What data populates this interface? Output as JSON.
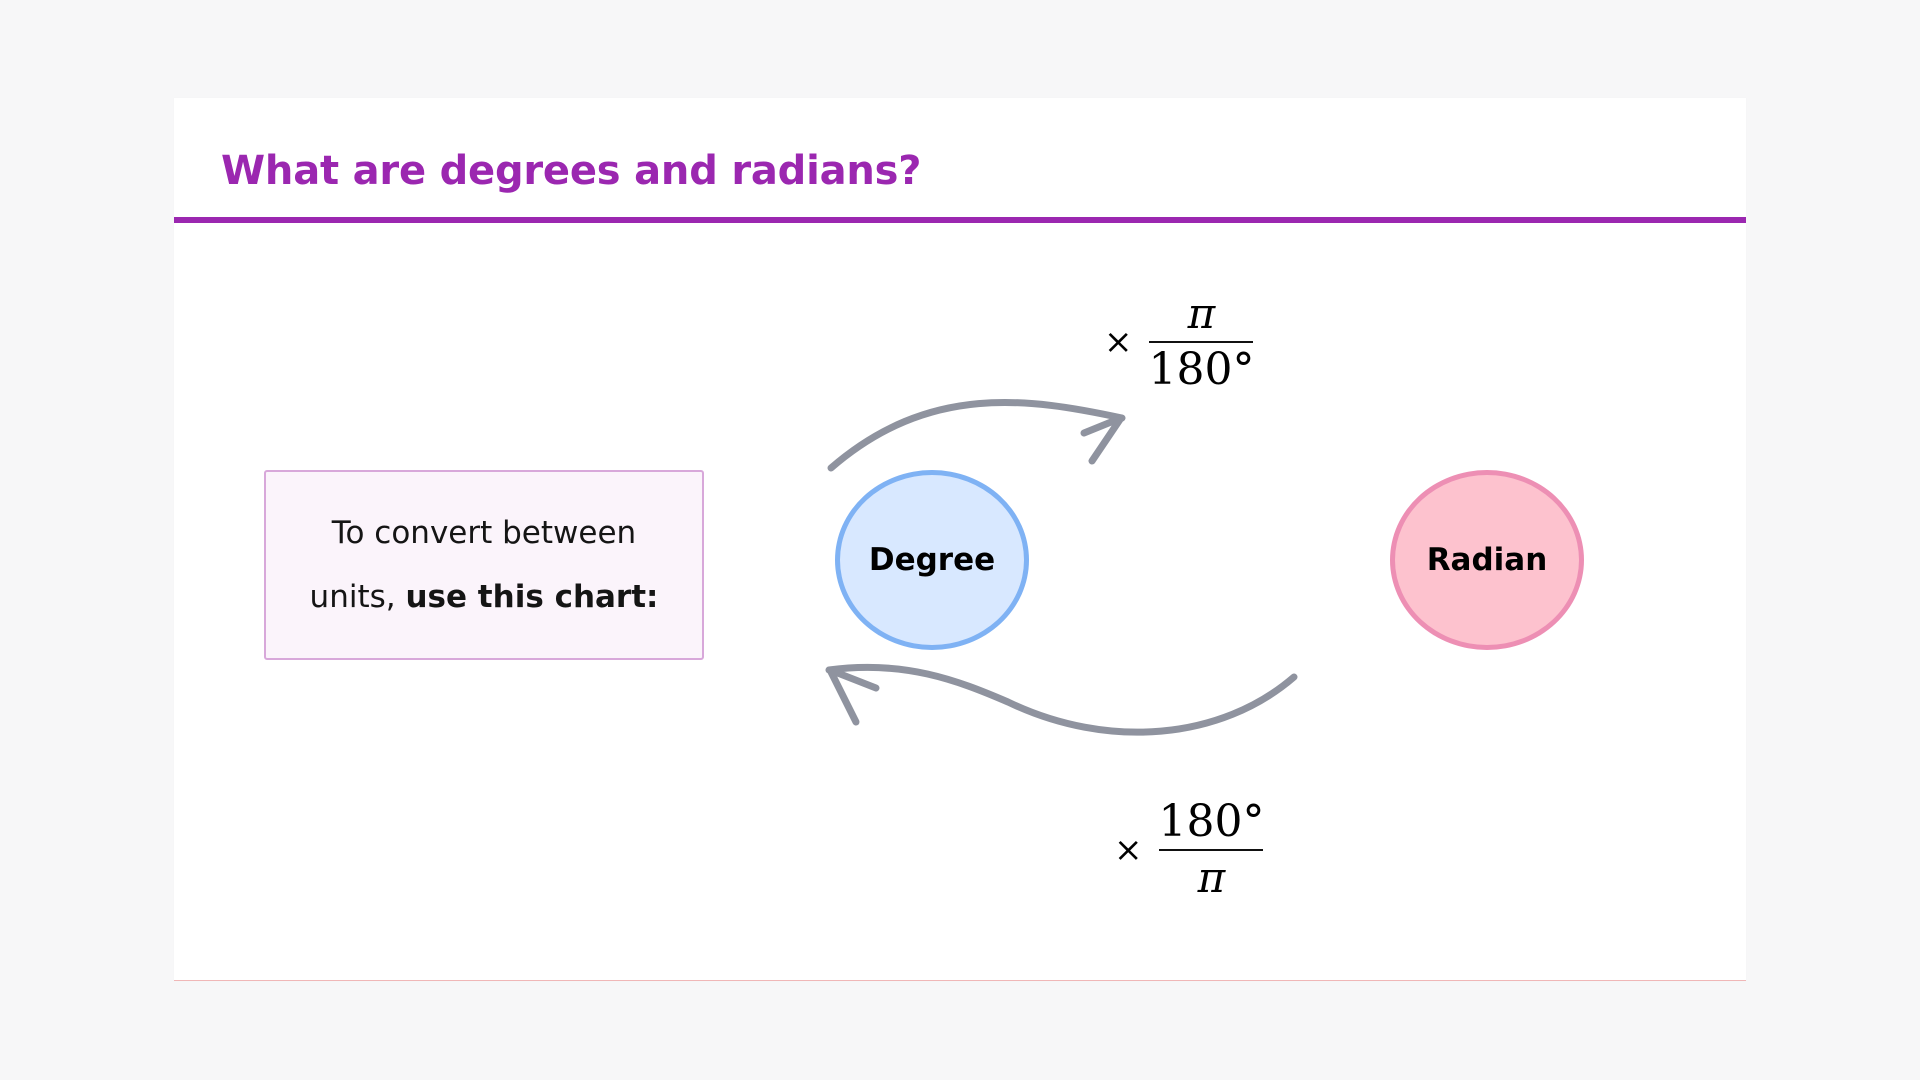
{
  "slide": {
    "title": "What are degrees and radians?"
  },
  "colors": {
    "accent": "#9b27b0",
    "degree_fill": "#d8e8ff",
    "degree_border": "#7fb2f4",
    "radian_fill": "#fdc2ce",
    "radian_border": "#ed8fb4",
    "arrow": "#8f939f"
  },
  "info_box": {
    "line1": "To convert between",
    "line2_prefix": "units, ",
    "line2_bold": "use this chart:"
  },
  "diagram": {
    "nodes": {
      "degree": "Degree",
      "radian": "Radian"
    },
    "top_formula": {
      "operator": "×",
      "numerator": "π",
      "denominator": "180°"
    },
    "bottom_formula": {
      "operator": "×",
      "numerator": "180°",
      "denominator": "π"
    }
  }
}
